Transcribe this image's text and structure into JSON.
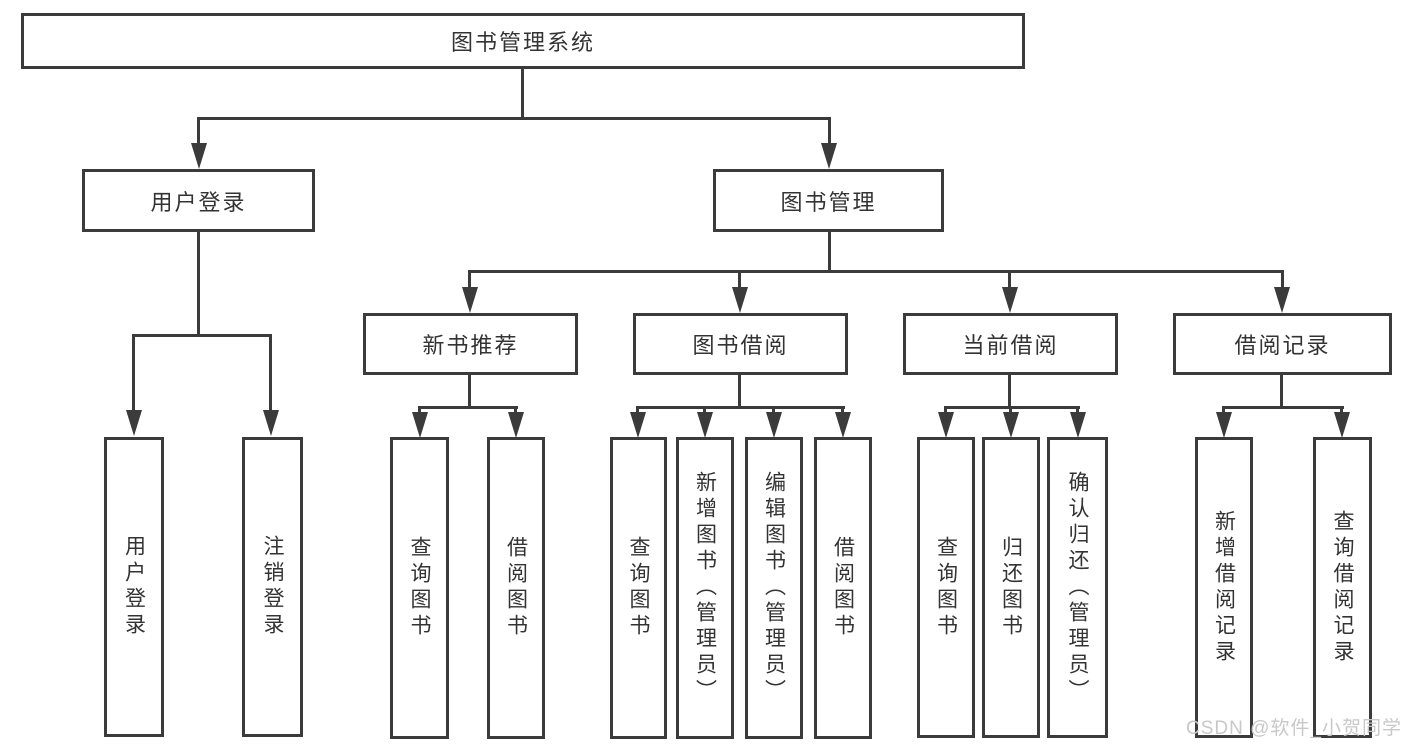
{
  "tree": {
    "label": "图书管理系统",
    "children": [
      {
        "label": "用户登录",
        "children": [
          {
            "label": "用户登录"
          },
          {
            "label": "注销登录"
          }
        ]
      },
      {
        "label": "图书管理",
        "children": [
          {
            "label": "新书推荐",
            "children": [
              {
                "label": "查询图书"
              },
              {
                "label": "借阅图书"
              }
            ]
          },
          {
            "label": "图书借阅",
            "children": [
              {
                "label": "查询图书"
              },
              {
                "label": "新增图书（管理员）"
              },
              {
                "label": "编辑图书（管理员）"
              },
              {
                "label": "借阅图书"
              }
            ]
          },
          {
            "label": "当前借阅",
            "children": [
              {
                "label": "查询图书"
              },
              {
                "label": "归还图书"
              },
              {
                "label": "确认归还（管理员）"
              }
            ]
          },
          {
            "label": "借阅记录",
            "children": [
              {
                "label": "新增借阅记录"
              },
              {
                "label": "查询借阅记录"
              }
            ]
          }
        ]
      }
    ]
  },
  "watermark": {
    "text": "CSDN @软件_小贺同学"
  },
  "colors": {
    "line": "#3b3b3b",
    "text": "#333333",
    "background": "#ffffff",
    "watermark": "#c8c8c8"
  }
}
